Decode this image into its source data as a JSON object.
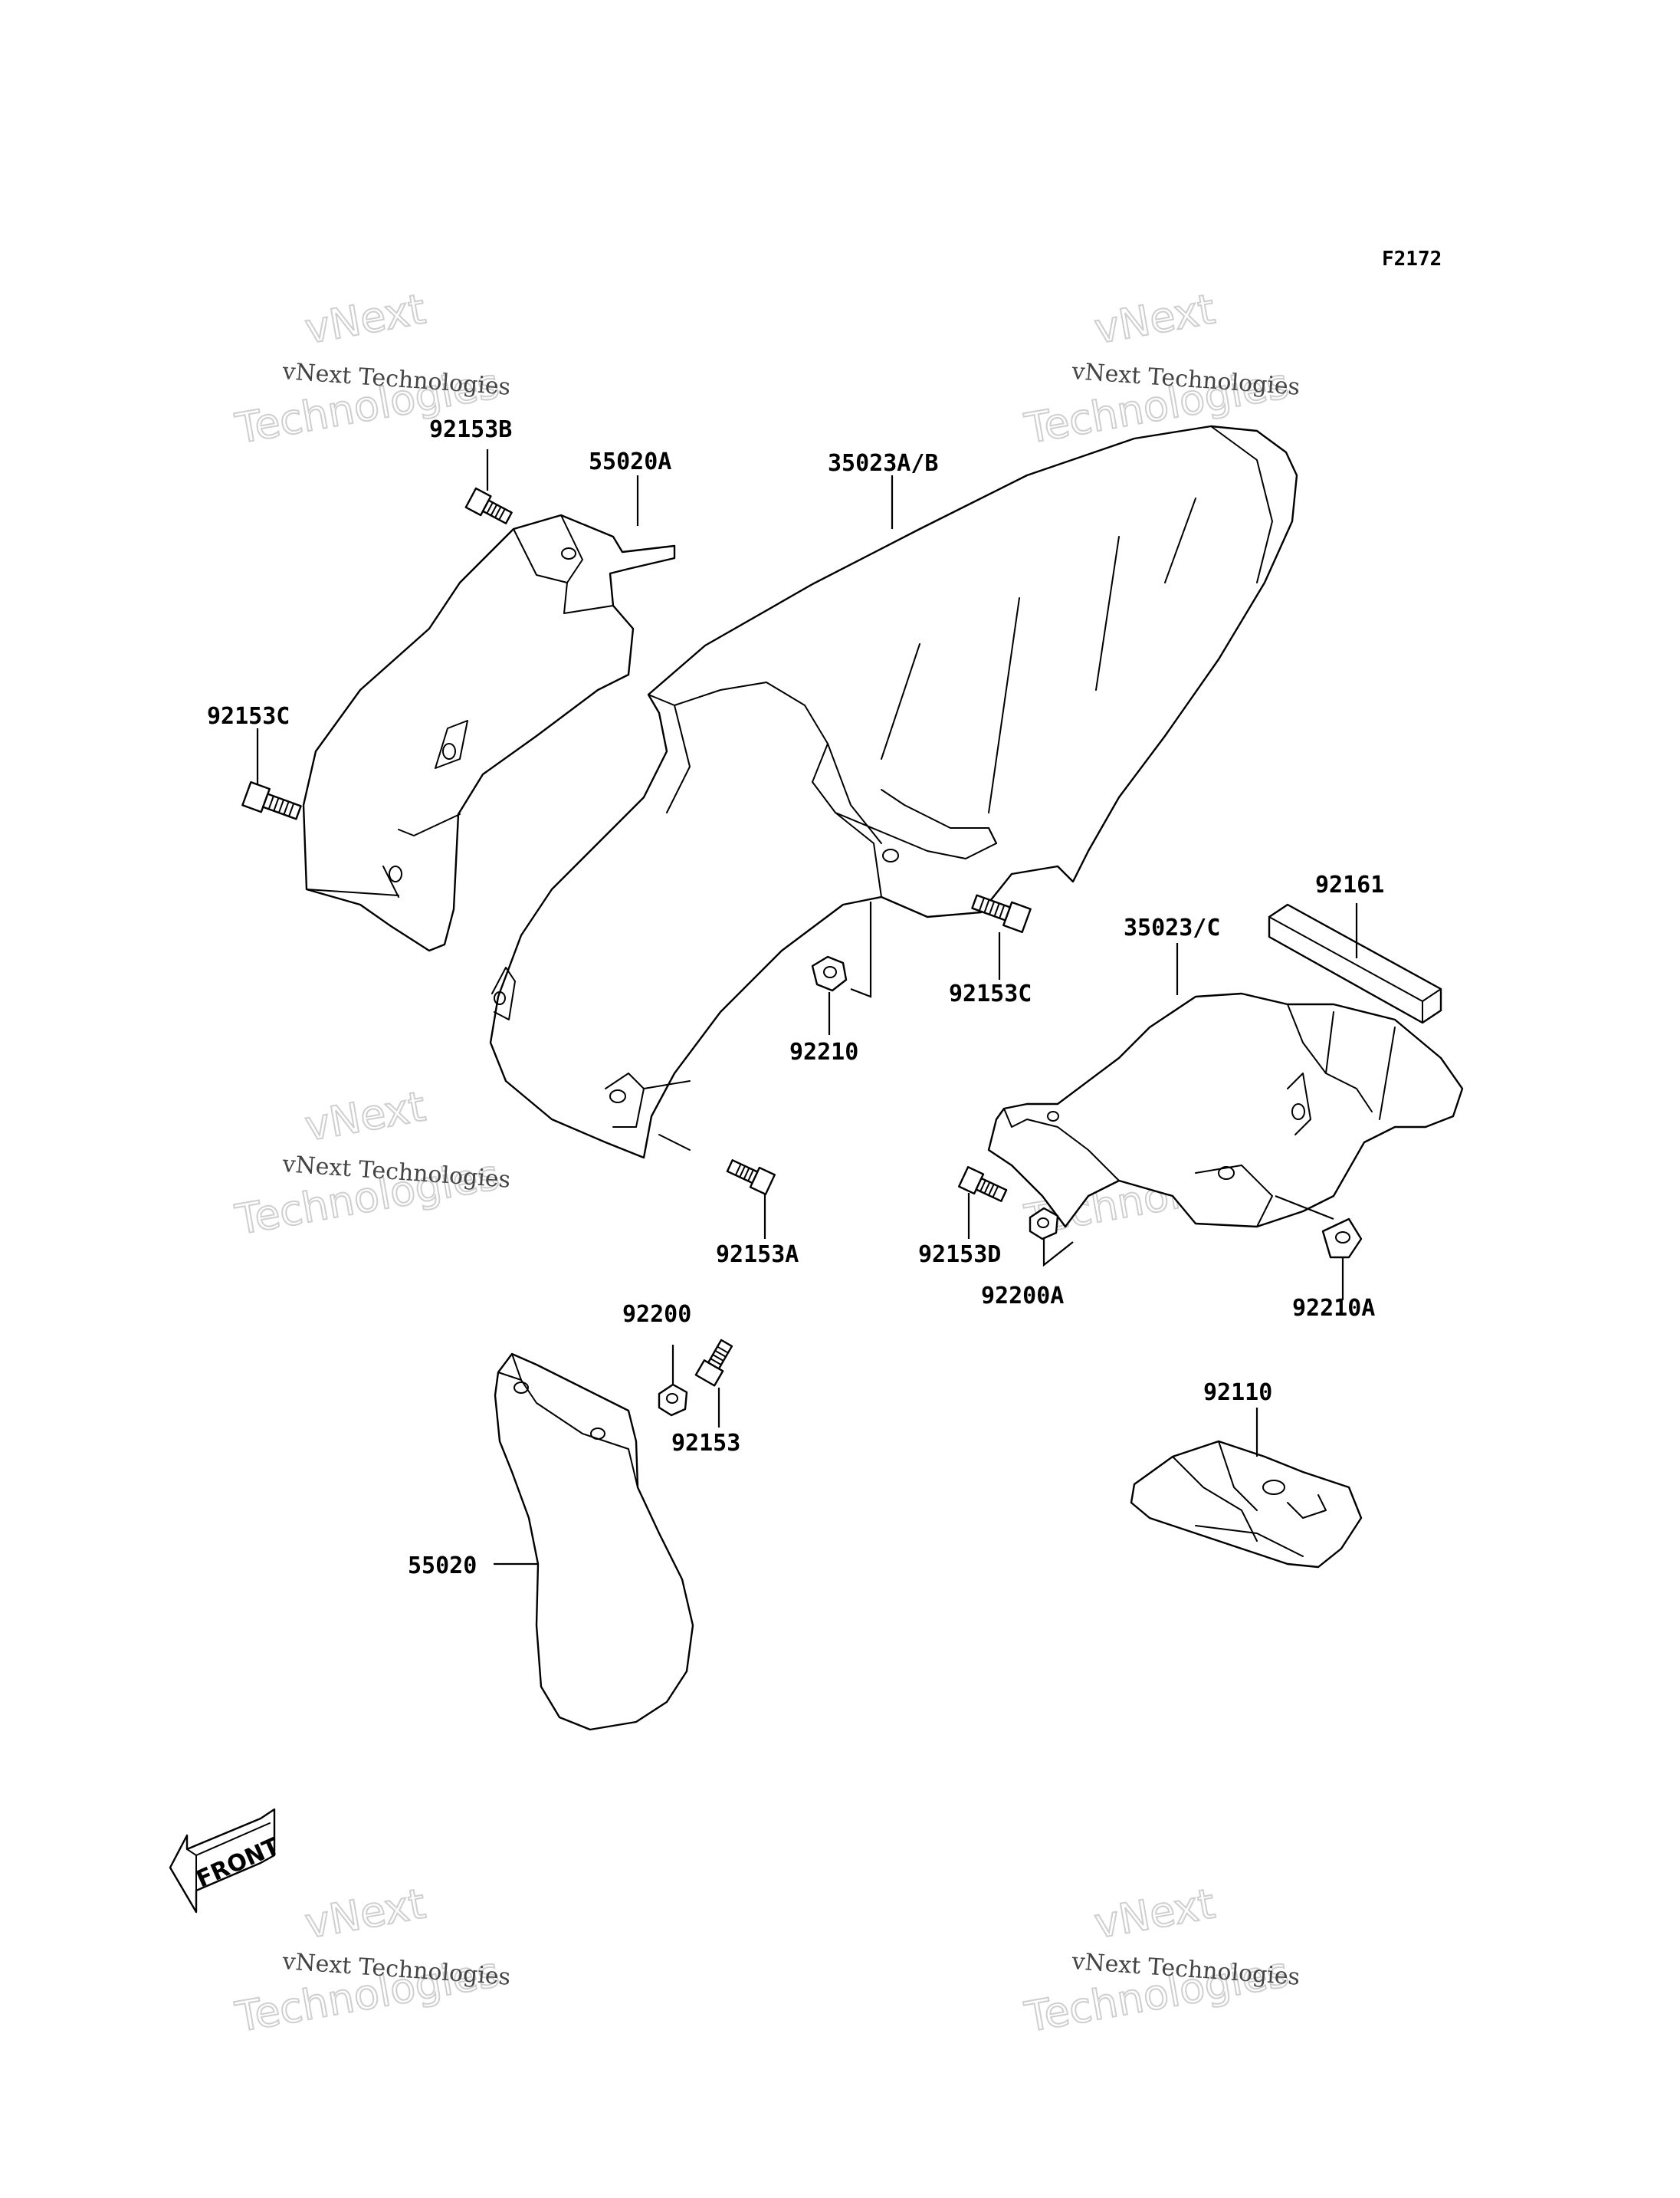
{
  "figure_code": "F2172",
  "watermark": {
    "brand": "vNext",
    "line1": "vNext Technologies",
    "line2": "Technologies"
  },
  "parts": {
    "p92153B": "92153B",
    "p55020A": "55020A",
    "p35023AB": "35023A/B",
    "p92153C_left": "92153C",
    "p92153C_mid": "92153C",
    "p92161": "92161",
    "p35023C": "35023/C",
    "p92210": "92210",
    "p92153A": "92153A",
    "p92153D": "92153D",
    "p92200A": "92200A",
    "p92210A": "92210A",
    "p92200": "92200",
    "p92153": "92153",
    "p92110": "92110",
    "p55020": "55020"
  },
  "front_label": "FRONT"
}
